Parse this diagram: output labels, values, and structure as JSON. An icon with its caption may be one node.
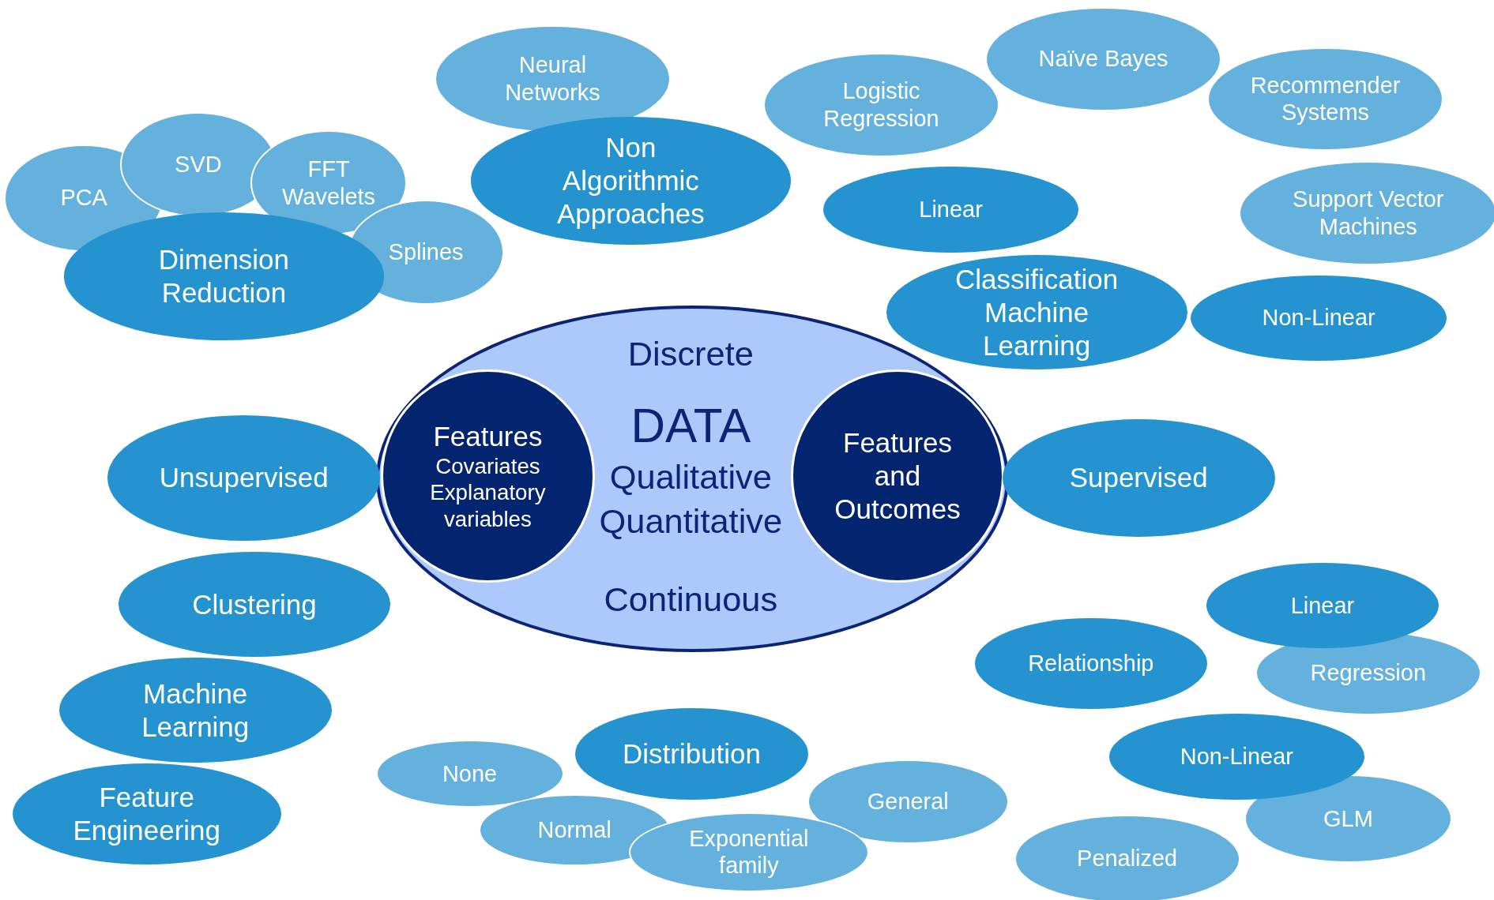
{
  "diagram": {
    "nodes": [
      {
        "text": [
          "Discrete",
          "DATA",
          "Qualitative",
          "Quantitative",
          "Continuous"
        ]
      },
      {
        "text": [
          "Features",
          "Covariates Explanatory variables"
        ],
        "in": 0
      },
      {
        "text": [
          "Features and Outcomes"
        ],
        "in": 0
      },
      {
        "text": [
          "Neural Networks"
        ]
      },
      {
        "text": [
          "Naïve Bayes"
        ]
      },
      {
        "text": [
          "Logistic Regression"
        ]
      },
      {
        "text": [
          "Recommender Systems"
        ]
      },
      {
        "text": [
          "SVD"
        ]
      },
      {
        "text": [
          "FFT Wavelets"
        ]
      },
      {
        "text": [
          "Non Algorithmic Approaches"
        ]
      },
      {
        "text": [
          "PCA"
        ]
      },
      {
        "text": [
          "Linear"
        ]
      },
      {
        "text": [
          "Support Vector Machines"
        ]
      },
      {
        "text": [
          "Splines"
        ]
      },
      {
        "text": [
          "Dimension Reduction"
        ]
      },
      {
        "text": [
          "Classification Machine Learning"
        ]
      },
      {
        "text": [
          "Non-Linear"
        ]
      },
      {
        "text": [
          "Unsupervised"
        ]
      },
      {
        "text": [
          "Supervised"
        ]
      },
      {
        "text": [
          "Clustering"
        ]
      },
      {
        "text": [
          "Linear"
        ]
      },
      {
        "text": [
          "Relationship"
        ]
      },
      {
        "text": [
          "Regression"
        ]
      },
      {
        "text": [
          "Machine Learning"
        ]
      },
      {
        "text": [
          "Distribution"
        ]
      },
      {
        "text": [
          "Non-Linear"
        ]
      },
      {
        "text": [
          "None"
        ]
      },
      {
        "text": [
          "General"
        ]
      },
      {
        "text": [
          "Feature Engineering"
        ]
      },
      {
        "text": [
          "GLM"
        ]
      },
      {
        "text": [
          "Normal"
        ]
      },
      {
        "text": [
          "Exponential family"
        ]
      },
      {
        "text": [
          "Penalized"
        ]
      }
    ]
  }
}
